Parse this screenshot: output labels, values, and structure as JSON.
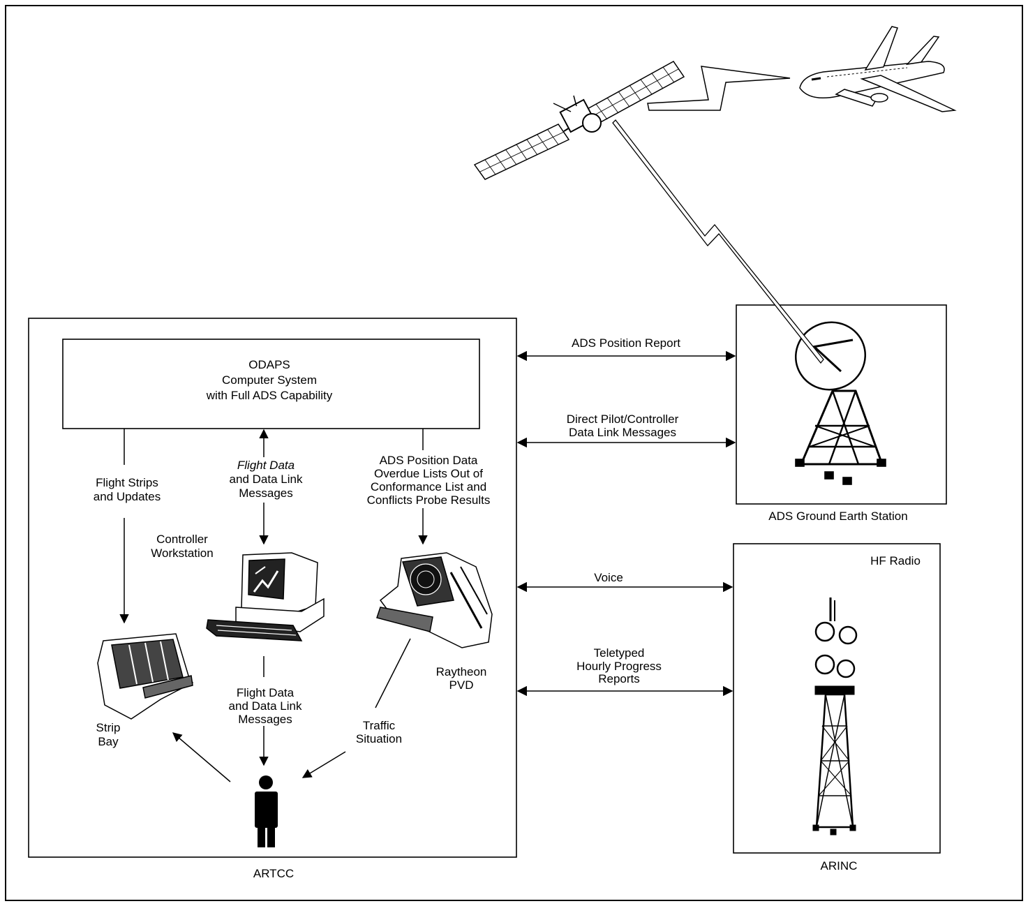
{
  "artcc": {
    "caption": "ARTCC",
    "odaps": {
      "lines": [
        "ODAPS",
        "Computer System",
        "with Full ADS Capability"
      ]
    },
    "flight_strips_label": [
      "Flight Strips",
      "and Updates"
    ],
    "flight_data_up_label": [
      "Flight Data",
      "and Data Link",
      "Messages"
    ],
    "ads_data_label": [
      "ADS Position Data",
      "Overdue Lists Out of",
      "Conformance List and",
      "Conflicts Probe Results"
    ],
    "controller_workstation_label": [
      "Controller",
      "Workstation"
    ],
    "raytheon_label": [
      "Raytheon",
      "PVD"
    ],
    "strip_bay_label": [
      "Strip",
      "Bay"
    ],
    "flight_data_down_label": [
      "Flight Data",
      "and Data Link",
      "Messages"
    ],
    "traffic_label": [
      "Traffic",
      "Situation"
    ]
  },
  "links": {
    "ads_position_report": "ADS Position Report",
    "direct_messages": [
      "Direct Pilot/Controller",
      "Data Link Messages"
    ],
    "voice": "Voice",
    "teletyped": [
      "Teletyped",
      "Hourly Progress",
      "Reports"
    ]
  },
  "ground_station": {
    "caption": "ADS Ground Earth Station"
  },
  "arinc": {
    "caption": "ARINC",
    "hf_radio": "HF Radio"
  }
}
